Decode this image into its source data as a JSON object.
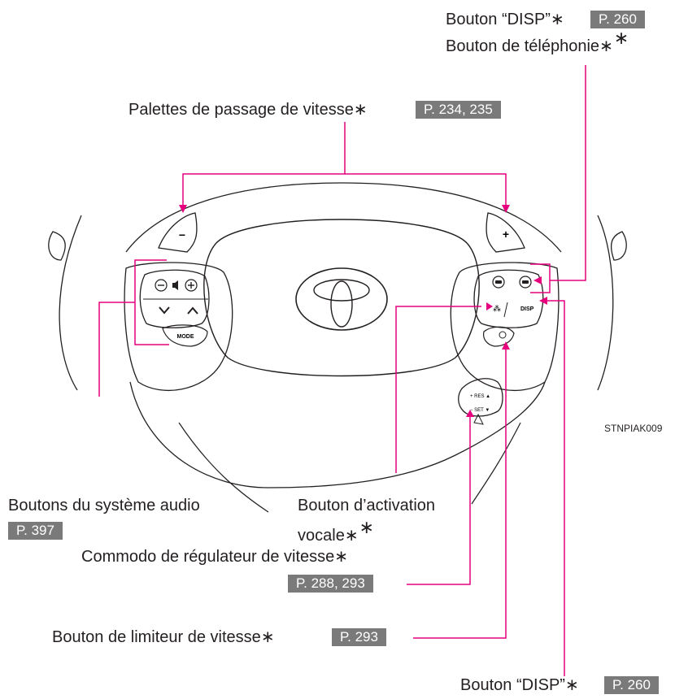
{
  "labels": {
    "disp_top": "Bouton “DISP”",
    "telephone": "Bouton de téléphonie",
    "paddles": "Palettes de passage de vitesse",
    "audio": "Boutons du système audio",
    "voice_line1": "Bouton d’activation",
    "voice_line2": "vocale",
    "cruise": "Commodo de régulateur de vitesse",
    "limiter": "Bouton de limiteur de vitesse",
    "disp_bottom": "Bouton “DISP”"
  },
  "asterisk": "∗",
  "pages": {
    "disp_top": "P. 260",
    "paddles": "P. 234, 235",
    "audio": "P. 397",
    "cruise": "P. 288, 293",
    "limiter": "P. 293",
    "disp_bottom": "P. 260"
  },
  "image_code": "STNPIAK009",
  "wheel_glyphs": {
    "paddle_minus": "−",
    "paddle_plus": "+",
    "mode": "MODE",
    "disp": "DISP",
    "res": "+ RES ▲",
    "set": "− SET ▼"
  },
  "colors": {
    "leader": "#e6007e",
    "tag_bg": "#7a7a7a",
    "line": "#231f20"
  }
}
